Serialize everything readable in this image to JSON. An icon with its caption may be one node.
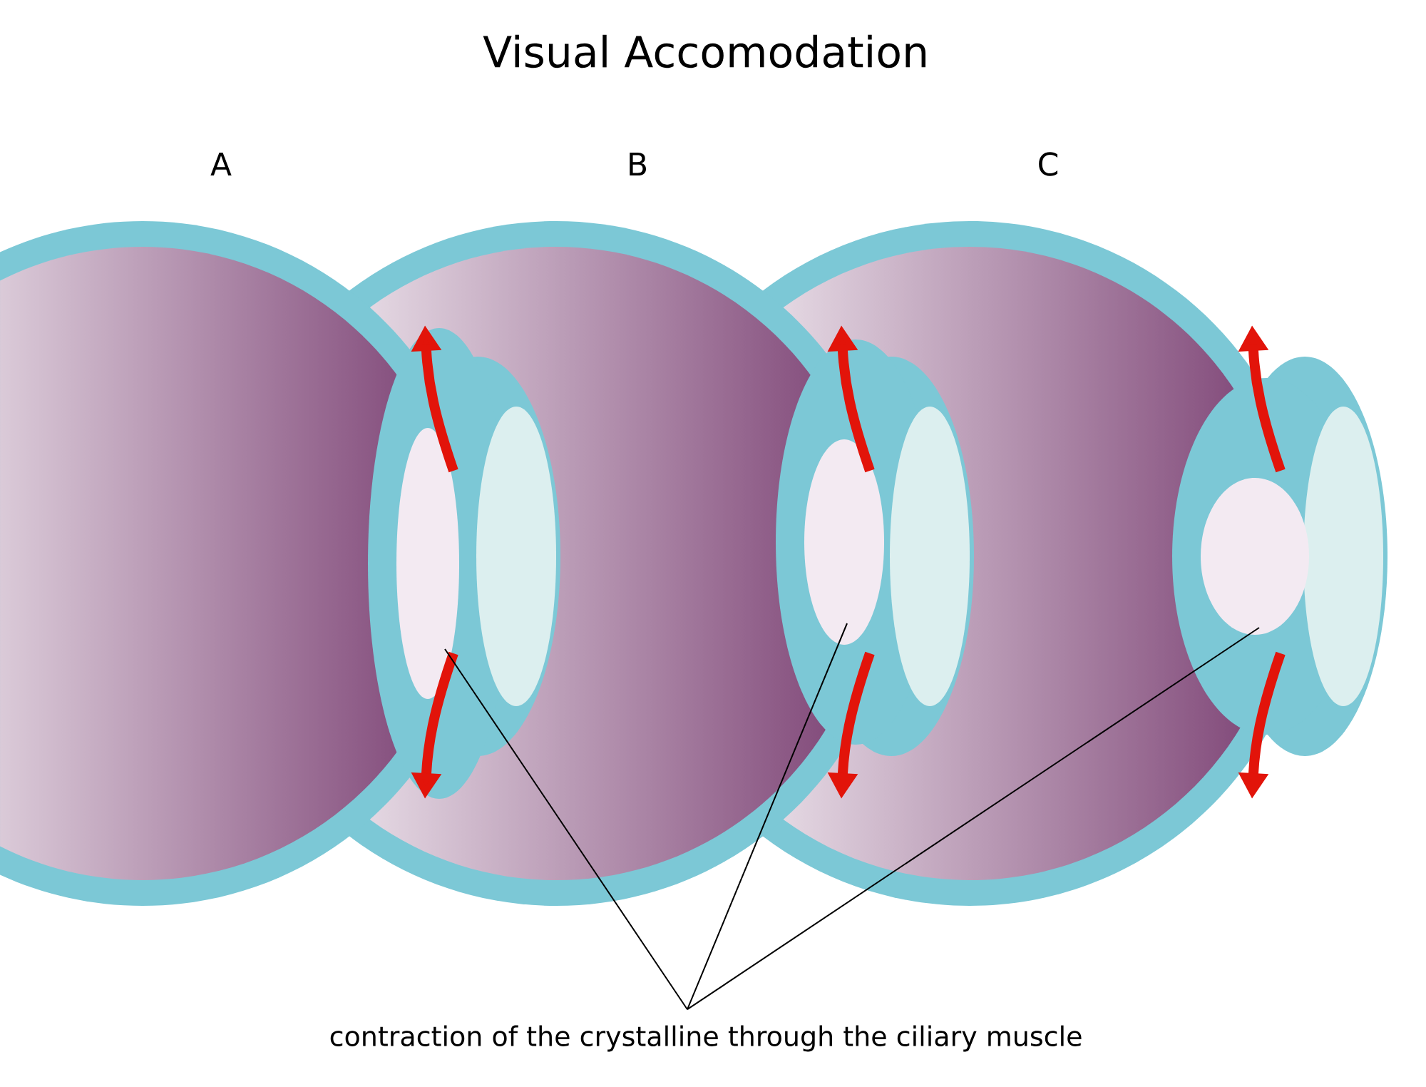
{
  "diagram": {
    "title": "Visual Accomodation",
    "nodes": [
      {
        "text": [
          "contraction of the crystalline through the ciliary muscle"
        ]
      },
      {
        "text": [],
        "shape": "ellipse"
      },
      {
        "text": [],
        "shape": "ellipse"
      },
      {
        "text": [],
        "shape": "ellipse"
      }
    ],
    "edges": [
      {
        "from": 0,
        "to": 1,
        "arrow": "none"
      },
      {
        "from": 0,
        "to": 2,
        "arrow": "none"
      },
      {
        "from": 0,
        "to": 3,
        "arrow": "none"
      }
    ],
    "labels": [
      "A",
      "B",
      "C"
    ]
  }
}
